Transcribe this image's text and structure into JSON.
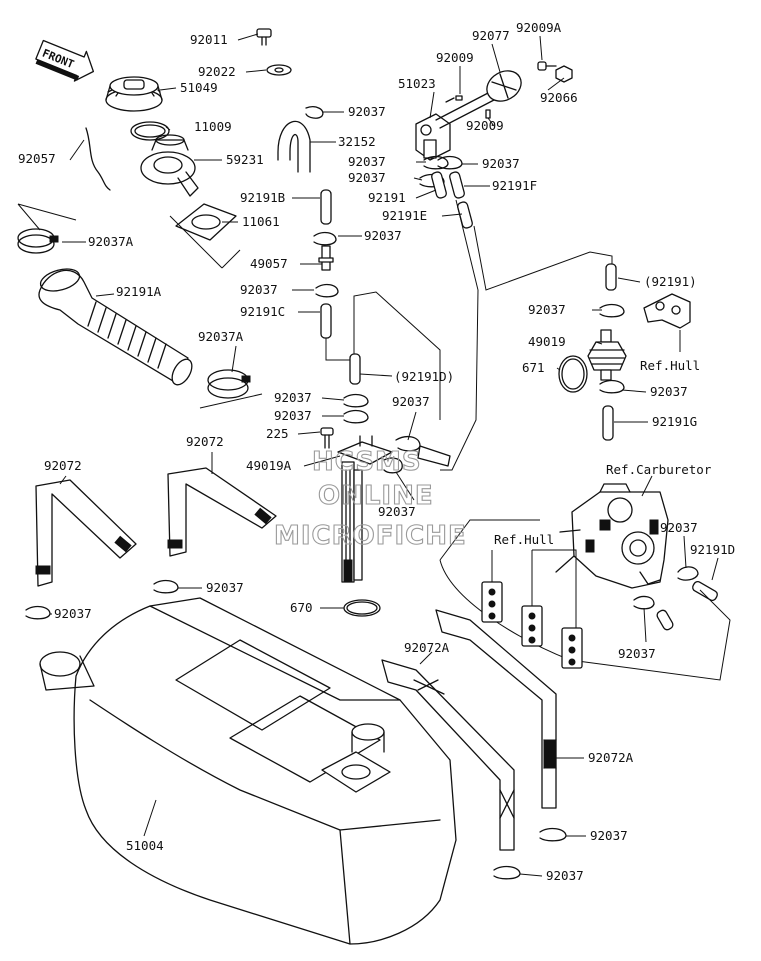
{
  "diagram": {
    "direction_badge": "FRONT",
    "watermark": [
      "HCSMS",
      "ONLINE",
      "MICROFICHE"
    ],
    "labels": [
      {
        "id": "l1",
        "text": "92011"
      },
      {
        "id": "l2",
        "text": "92022"
      },
      {
        "id": "l3",
        "text": "51049"
      },
      {
        "id": "l4",
        "text": "11009"
      },
      {
        "id": "l5",
        "text": "92057"
      },
      {
        "id": "l6",
        "text": "59231"
      },
      {
        "id": "l7",
        "text": "11061"
      },
      {
        "id": "l8",
        "text": "92037A"
      },
      {
        "id": "l9",
        "text": "92191A"
      },
      {
        "id": "l10",
        "text": "92037A"
      },
      {
        "id": "l11",
        "text": "92037"
      },
      {
        "id": "l12",
        "text": "32152"
      },
      {
        "id": "l13",
        "text": "92191B"
      },
      {
        "id": "l14",
        "text": "92037"
      },
      {
        "id": "l15",
        "text": "49057"
      },
      {
        "id": "l16",
        "text": "92037"
      },
      {
        "id": "l17",
        "text": "92191C"
      },
      {
        "id": "l18",
        "text": "(92191D)"
      },
      {
        "id": "l19",
        "text": "92037"
      },
      {
        "id": "l20",
        "text": "92037"
      },
      {
        "id": "l21",
        "text": "225"
      },
      {
        "id": "l22",
        "text": "49019A"
      },
      {
        "id": "l23",
        "text": "92037"
      },
      {
        "id": "l24",
        "text": "92037"
      },
      {
        "id": "l25",
        "text": "92072"
      },
      {
        "id": "l26",
        "text": "92072"
      },
      {
        "id": "l27",
        "text": "92037"
      },
      {
        "id": "l28",
        "text": "92037"
      },
      {
        "id": "l29",
        "text": "670"
      },
      {
        "id": "l30",
        "text": "51004"
      },
      {
        "id": "l31",
        "text": "92072A"
      },
      {
        "id": "l32",
        "text": "92072A"
      },
      {
        "id": "l33",
        "text": "92037"
      },
      {
        "id": "l34",
        "text": "92037"
      },
      {
        "id": "l35",
        "text": "92077"
      },
      {
        "id": "l36",
        "text": "92009A"
      },
      {
        "id": "l37",
        "text": "92009"
      },
      {
        "id": "l38",
        "text": "51023"
      },
      {
        "id": "l39",
        "text": "92066"
      },
      {
        "id": "l40",
        "text": "92009"
      },
      {
        "id": "l41",
        "text": "92037"
      },
      {
        "id": "l42",
        "text": "92037"
      },
      {
        "id": "l43",
        "text": "92037"
      },
      {
        "id": "l44",
        "text": "92191F"
      },
      {
        "id": "l45",
        "text": "92191"
      },
      {
        "id": "l46",
        "text": "92191E"
      },
      {
        "id": "l47",
        "text": "(92191)"
      },
      {
        "id": "l48",
        "text": "92037"
      },
      {
        "id": "l49",
        "text": "49019"
      },
      {
        "id": "l50",
        "text": "Ref.Hull"
      },
      {
        "id": "l51",
        "text": "671"
      },
      {
        "id": "l52",
        "text": "92037"
      },
      {
        "id": "l53",
        "text": "92191G"
      },
      {
        "id": "l54",
        "text": "Ref.Carburetor"
      },
      {
        "id": "l55",
        "text": "92037"
      },
      {
        "id": "l56",
        "text": "Ref.Hull"
      },
      {
        "id": "l57",
        "text": "92191D"
      },
      {
        "id": "l58",
        "text": "92037"
      }
    ]
  }
}
